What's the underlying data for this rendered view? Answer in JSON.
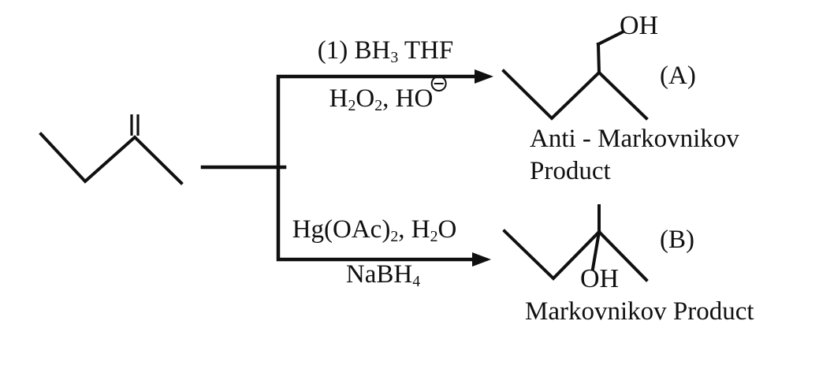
{
  "colors": {
    "ink": "#101010",
    "background": "#ffffff"
  },
  "labels": {
    "top_reagents_line1": [
      {
        "t": "(1) BH"
      },
      {
        "t": "3",
        "s": "sb"
      },
      {
        "t": " THF"
      }
    ],
    "top_reagents_line2": [
      {
        "t": "H"
      },
      {
        "t": "2",
        "s": "sb"
      },
      {
        "t": "O"
      },
      {
        "t": "2",
        "s": "sb"
      },
      {
        "t": ", HO"
      },
      {
        "t": "",
        "s": "ominus"
      }
    ],
    "bottom_reagents_line1": [
      {
        "t": "Hg(OAc)"
      },
      {
        "t": "2",
        "s": "sb"
      },
      {
        "t": ", H"
      },
      {
        "t": "2",
        "s": "sb"
      },
      {
        "t": "O"
      }
    ],
    "bottom_reagents_line2": [
      {
        "t": "NaBH"
      },
      {
        "t": "4",
        "s": "sb"
      }
    ],
    "product_a_oh": "OH",
    "product_a_tag": "(A)",
    "product_a_caption_line1": "Anti - Markovnikov",
    "product_a_caption_line2": "Product",
    "product_b_oh": "OH",
    "product_b_tag": "(B)",
    "product_b_caption": "Markovnikov Product"
  }
}
